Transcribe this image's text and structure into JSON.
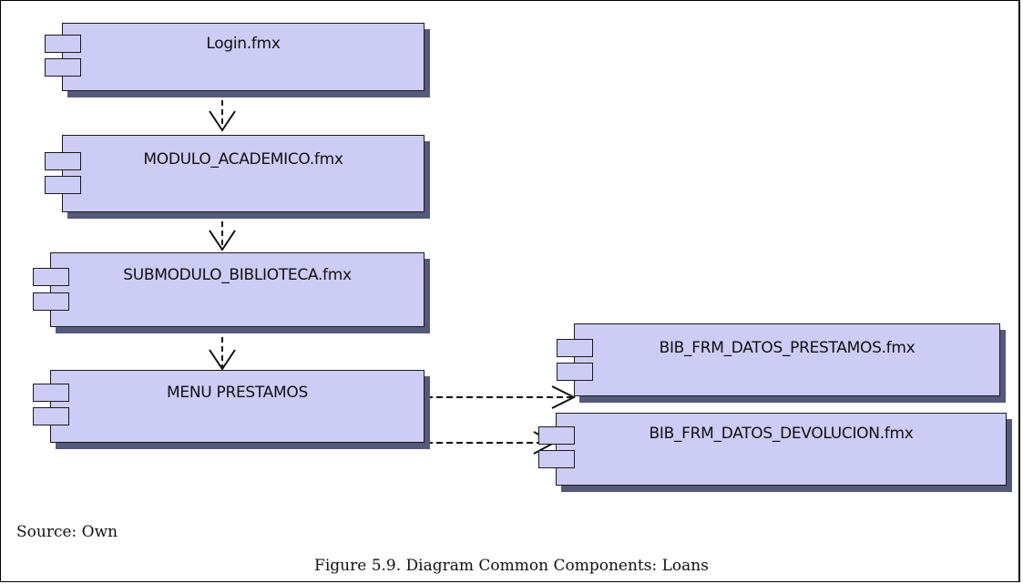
{
  "components": {
    "login": "Login.fmx",
    "modulo_academico": "MODULO_ACADEMICO.fmx",
    "submodulo_biblioteca": "SUBMODULO_BIBLIOTECA.fmx",
    "menu_prestamos": "MENU PRESTAMOS",
    "datos_prestamos": "BIB_FRM_DATOS_PRESTAMOS.fmx",
    "datos_devolucion": "BIB_FRM_DATOS_DEVOLUCION.fmx"
  },
  "source": "Source: Own",
  "figure_caption": "Figure 5.9. Diagram Common Components: Loans",
  "colors": {
    "component_fill": "#ccccf5",
    "component_shadow": "#555a7a",
    "border": "#1a1a1a"
  }
}
